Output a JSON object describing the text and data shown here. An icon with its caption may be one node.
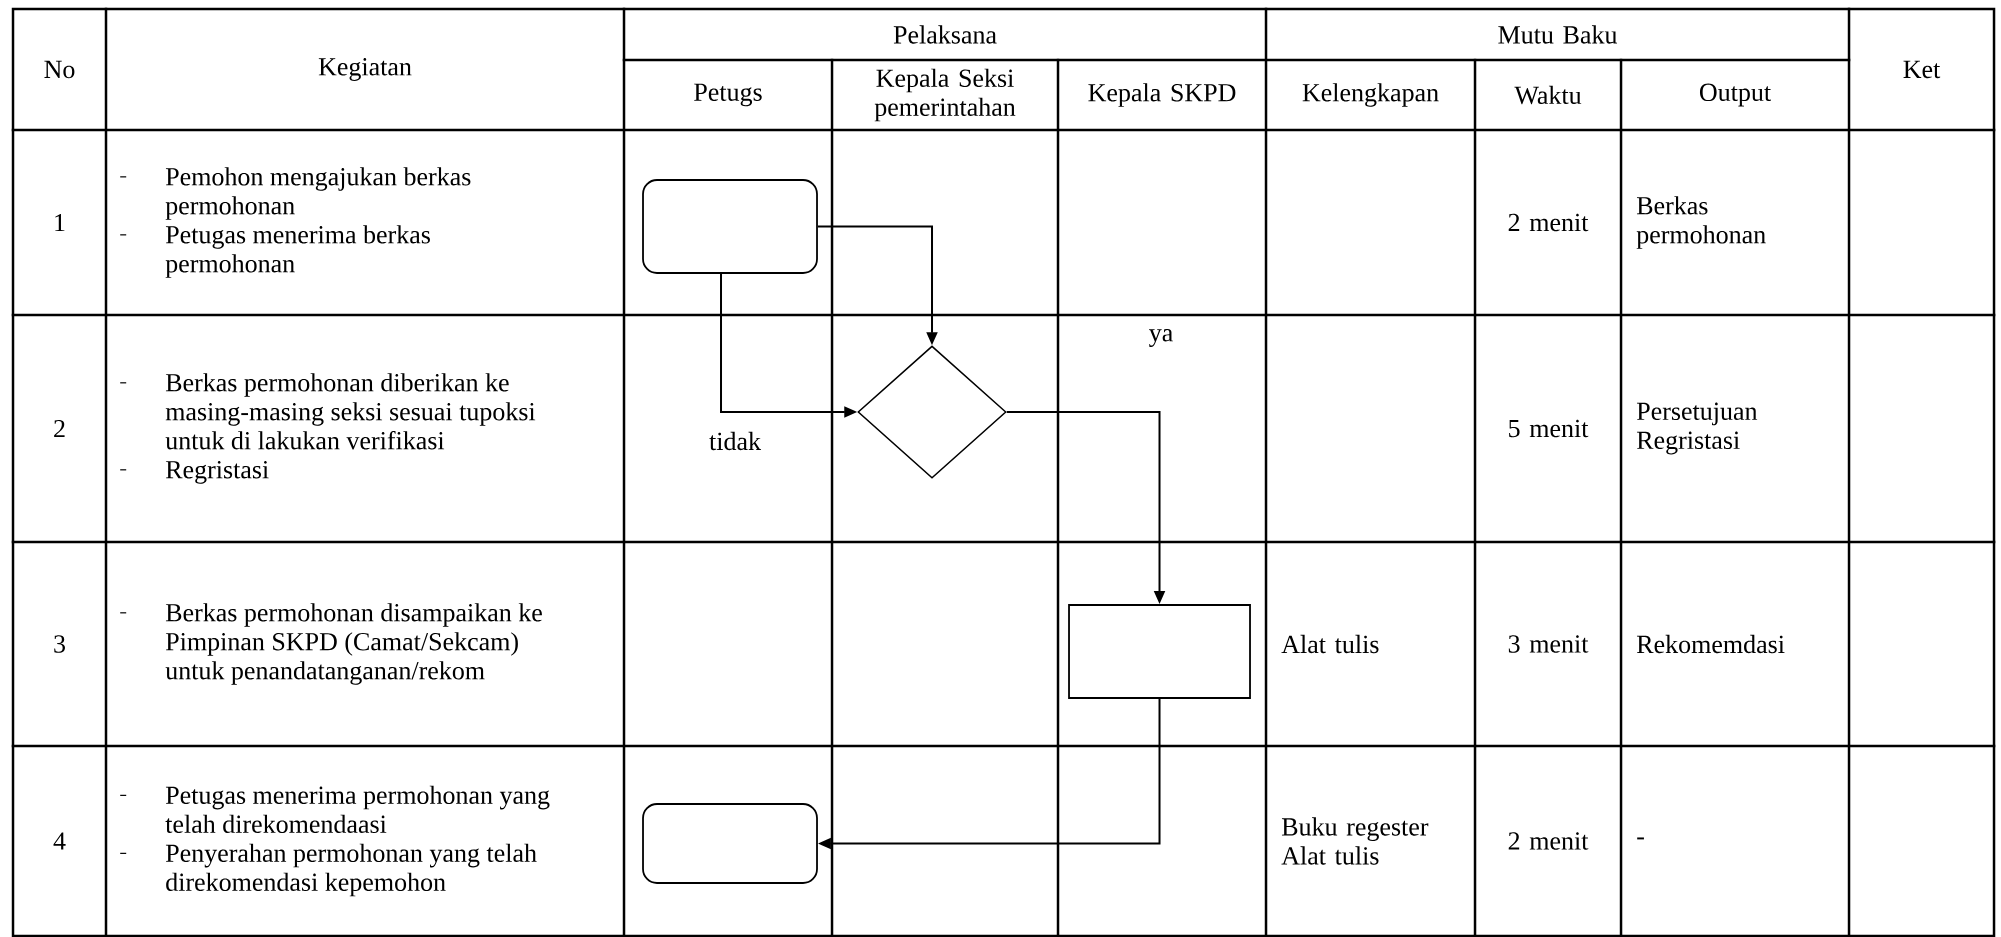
{
  "diagram": {
    "nodes": [
      {
        "text": [],
        "shape": "box"
      },
      {
        "text": [],
        "shape": "diamond"
      },
      {
        "text": [],
        "shape": "box"
      },
      {
        "text": [],
        "shape": "box"
      }
    ],
    "edges": [
      {
        "from": 0,
        "to": 1,
        "arrow": "to"
      },
      {
        "from": 0,
        "to": 1,
        "arrow": "to",
        "label": "tidak"
      },
      {
        "from": 1,
        "to": 2,
        "arrow": "to",
        "label": "ya"
      },
      {
        "from": 2,
        "to": 3,
        "arrow": "to"
      }
    ],
    "labels": [
      "No",
      "Kegiatan",
      "Pelaksana",
      "Mutu Baku",
      "Ket",
      "Petugs",
      "Kepala Seksi pemerintahan",
      "Kepala SKPD",
      "Kelengkapan",
      "Waktu",
      "Output",
      "1",
      "Pemohon mengajukan berkas permohonan",
      "Petugas menerima berkas permohonan",
      "2 menit",
      "Berkas permohonan",
      "2",
      "Berkas permohonan diberikan ke masing-masing seksi sesuai tupoksi untuk di lakukan verifikasi",
      "Regristasi",
      "5 menit",
      "Persetujuan Regristasi",
      "3",
      "Berkas permohonan disampaikan ke Pimpinan SKPD (Camat/Sekcam) untuk penandatanganan/rekom",
      "Alat tulis",
      "3 menit",
      "Rekomemdasi",
      "4",
      "Petugas menerima permohonan yang telah direkomendaasi",
      "Penyerahan permohonan yang telah direkomendasi kepemohon",
      "Buku regester",
      "Alat tulis",
      "2 menit",
      "-"
    ]
  }
}
